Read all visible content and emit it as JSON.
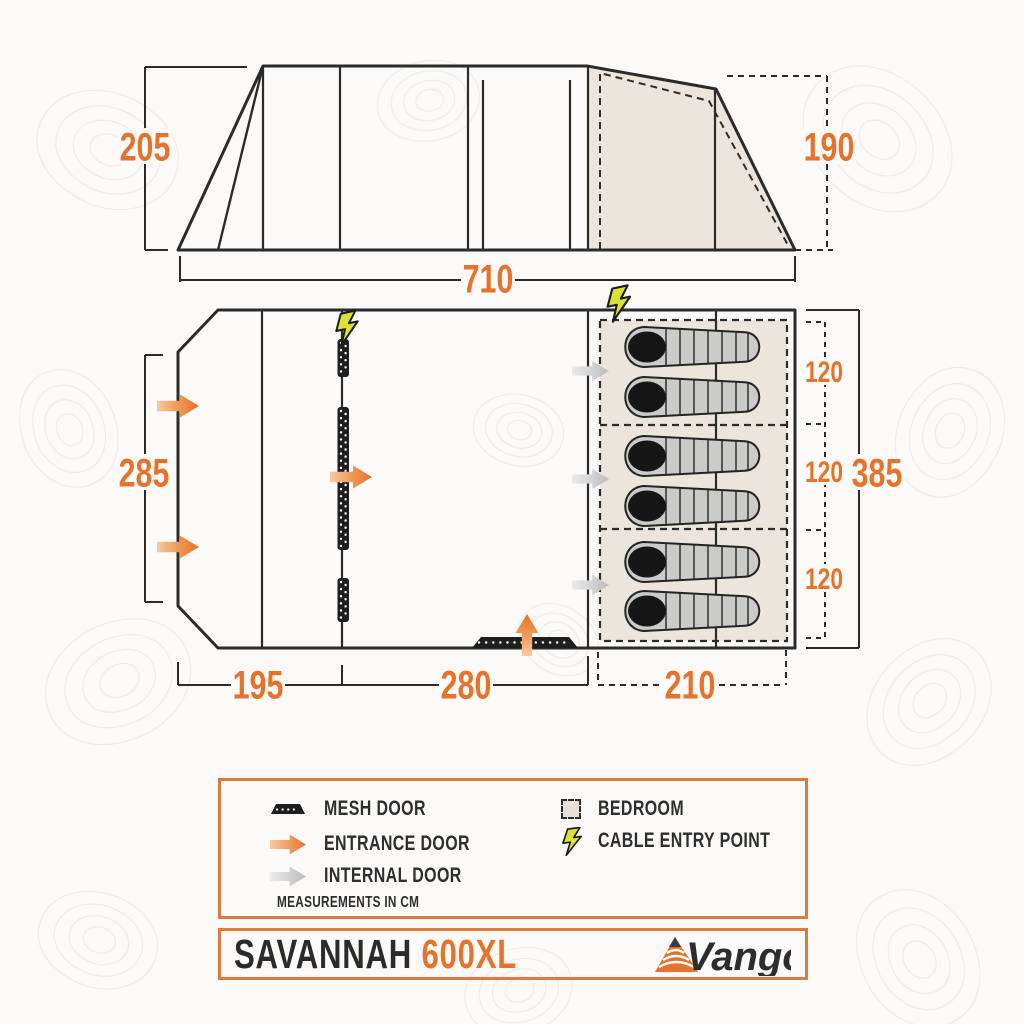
{
  "product": {
    "name": "SAVANNAH",
    "model": "600XL",
    "brand": "Vango"
  },
  "dimensions": {
    "units_note": "MEASUREMENTS IN CM",
    "side_height_front": "205",
    "side_height_rear": "190",
    "length": "710",
    "porch_width": "285",
    "total_width": "385",
    "front_section": "195",
    "living_section": "280",
    "bedroom_section": "210",
    "bedroom_bays": [
      "120",
      "120",
      "120"
    ]
  },
  "legend": {
    "items": [
      {
        "icon": "mesh-door-icon",
        "label": "MESH DOOR"
      },
      {
        "icon": "entrance-door-icon",
        "label": "ENTRANCE DOOR"
      },
      {
        "icon": "internal-door-icon",
        "label": "INTERNAL DOOR"
      },
      {
        "icon": "bedroom-icon",
        "label": "BEDROOM"
      },
      {
        "icon": "cable-entry-icon",
        "label": "CABLE ENTRY POINT"
      }
    ],
    "note": "MEASUREMENTS IN CM"
  },
  "floorplan": {
    "sleeping_bag_count": 6,
    "bedroom_bay_count": 3,
    "entrance_door_count": 4,
    "internal_door_count": 3,
    "cable_entry_count": 2
  },
  "colors": {
    "accent_orange": "#E5732B",
    "border_orange": "#DD7B3E",
    "bedroom_beige": "#EBE5DB",
    "lightning_yellow": "#DCE233",
    "line_dark": "#2B2B2B",
    "bag_gray": "#CBCBC9",
    "internal_door_gray": "#C2C2C2"
  }
}
